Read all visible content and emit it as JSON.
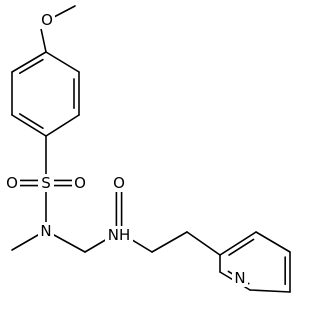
{
  "molecule": {
    "atom_labels": {
      "methoxy_oxygen": "O",
      "sulfonyl_sulfur": "S",
      "sulfonyl_oxygen_left": "O",
      "sulfonyl_oxygen_right": "O",
      "sulfonamide_nitrogen": "N",
      "carbonyl_oxygen": "O",
      "amide_nitrogen": "NH",
      "pyridine_nitrogen": "N"
    }
  }
}
